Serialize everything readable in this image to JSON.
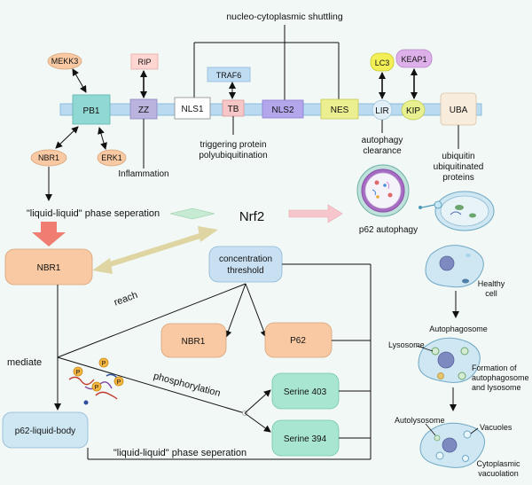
{
  "top_note": "nucleo-cytoplasmic shuttling",
  "domains": {
    "pb1": "PB1",
    "zz": "ZZ",
    "nls1": "NLS1",
    "tb": "TB",
    "nls2": "NLS2",
    "nes": "NES",
    "lir": "LIR",
    "kip": "KIP",
    "uba": "UBA"
  },
  "partners": {
    "mekk3": "MEKK3",
    "rip": "RIP",
    "traf6": "TRAF6",
    "lc3": "LC3",
    "keap1": "KEAP1",
    "nbr1": "NBR1",
    "erk1": "ERK1"
  },
  "annotations": {
    "inflammation": "Inflammation",
    "tb_line1": "triggering protein",
    "tb_line2": "polyubiquitination",
    "lir_line1": "autophagy",
    "lir_line2": "clearance",
    "uba_line1": "ubiquitin",
    "uba_line2": "ubiquitinated",
    "uba_line3": "proteins"
  },
  "middle": {
    "llps_top": "\"liquid-liquid\" phase seperation",
    "nrf2": "Nrf2",
    "p62_autophagy": "p62  autophagy"
  },
  "flow": {
    "nbr1_box": "NBR1",
    "conc_line1": "concentration",
    "conc_line2": "threshold",
    "reach": "reach",
    "nbr1_small": "NBR1",
    "p62_box": "P62",
    "mediate": "mediate",
    "phosphorylation": "phosphorylation",
    "serine403": "Serine 403",
    "serine394": "Serine 394",
    "p62_body": "p62-liquid-body",
    "llps_bottom": "\"liquid-liquid\" phase seperation",
    "p_badge": "P"
  },
  "cells": {
    "healthy_1": "Healthy",
    "healthy_2": "cell",
    "autophagosome": "Autophagosome",
    "lysosome": "Lysosome",
    "formation_1": "Formation of",
    "formation_2": "autophagosome",
    "formation_3": "and lysosome",
    "autolysosome": "Autolysosome",
    "vacuoles": "Vacuoles",
    "cytoplasmic_1": "Cytoplasmic",
    "cytoplasmic_2": "vacuolation"
  },
  "colors": {
    "bar": "#b9daf0",
    "pb1": "#8fd8d3",
    "zz": "#b9b3de",
    "nls1": "#ffffff",
    "tb": "#f7c6c6",
    "nls2": "#b3a6ea",
    "nes": "#ecef8f",
    "lir": "#e3eff6",
    "kip": "#e8f08f",
    "uba": "#f8ecdc",
    "orange": "#f8c9a2",
    "pink": "#ffd6d2",
    "traf6": "#bfdcf3",
    "lc3": "#f2f056",
    "keap1": "#deb0ea",
    "conc": "#c9e0f2",
    "serine": "#a9e6d1",
    "p62body": "#cfe7f3",
    "arrow_red": "#f07d72",
    "arrow_tan": "#ded5a3",
    "arrow_pink": "#f7c6cd",
    "arrow_green": "#c7ebd2"
  }
}
